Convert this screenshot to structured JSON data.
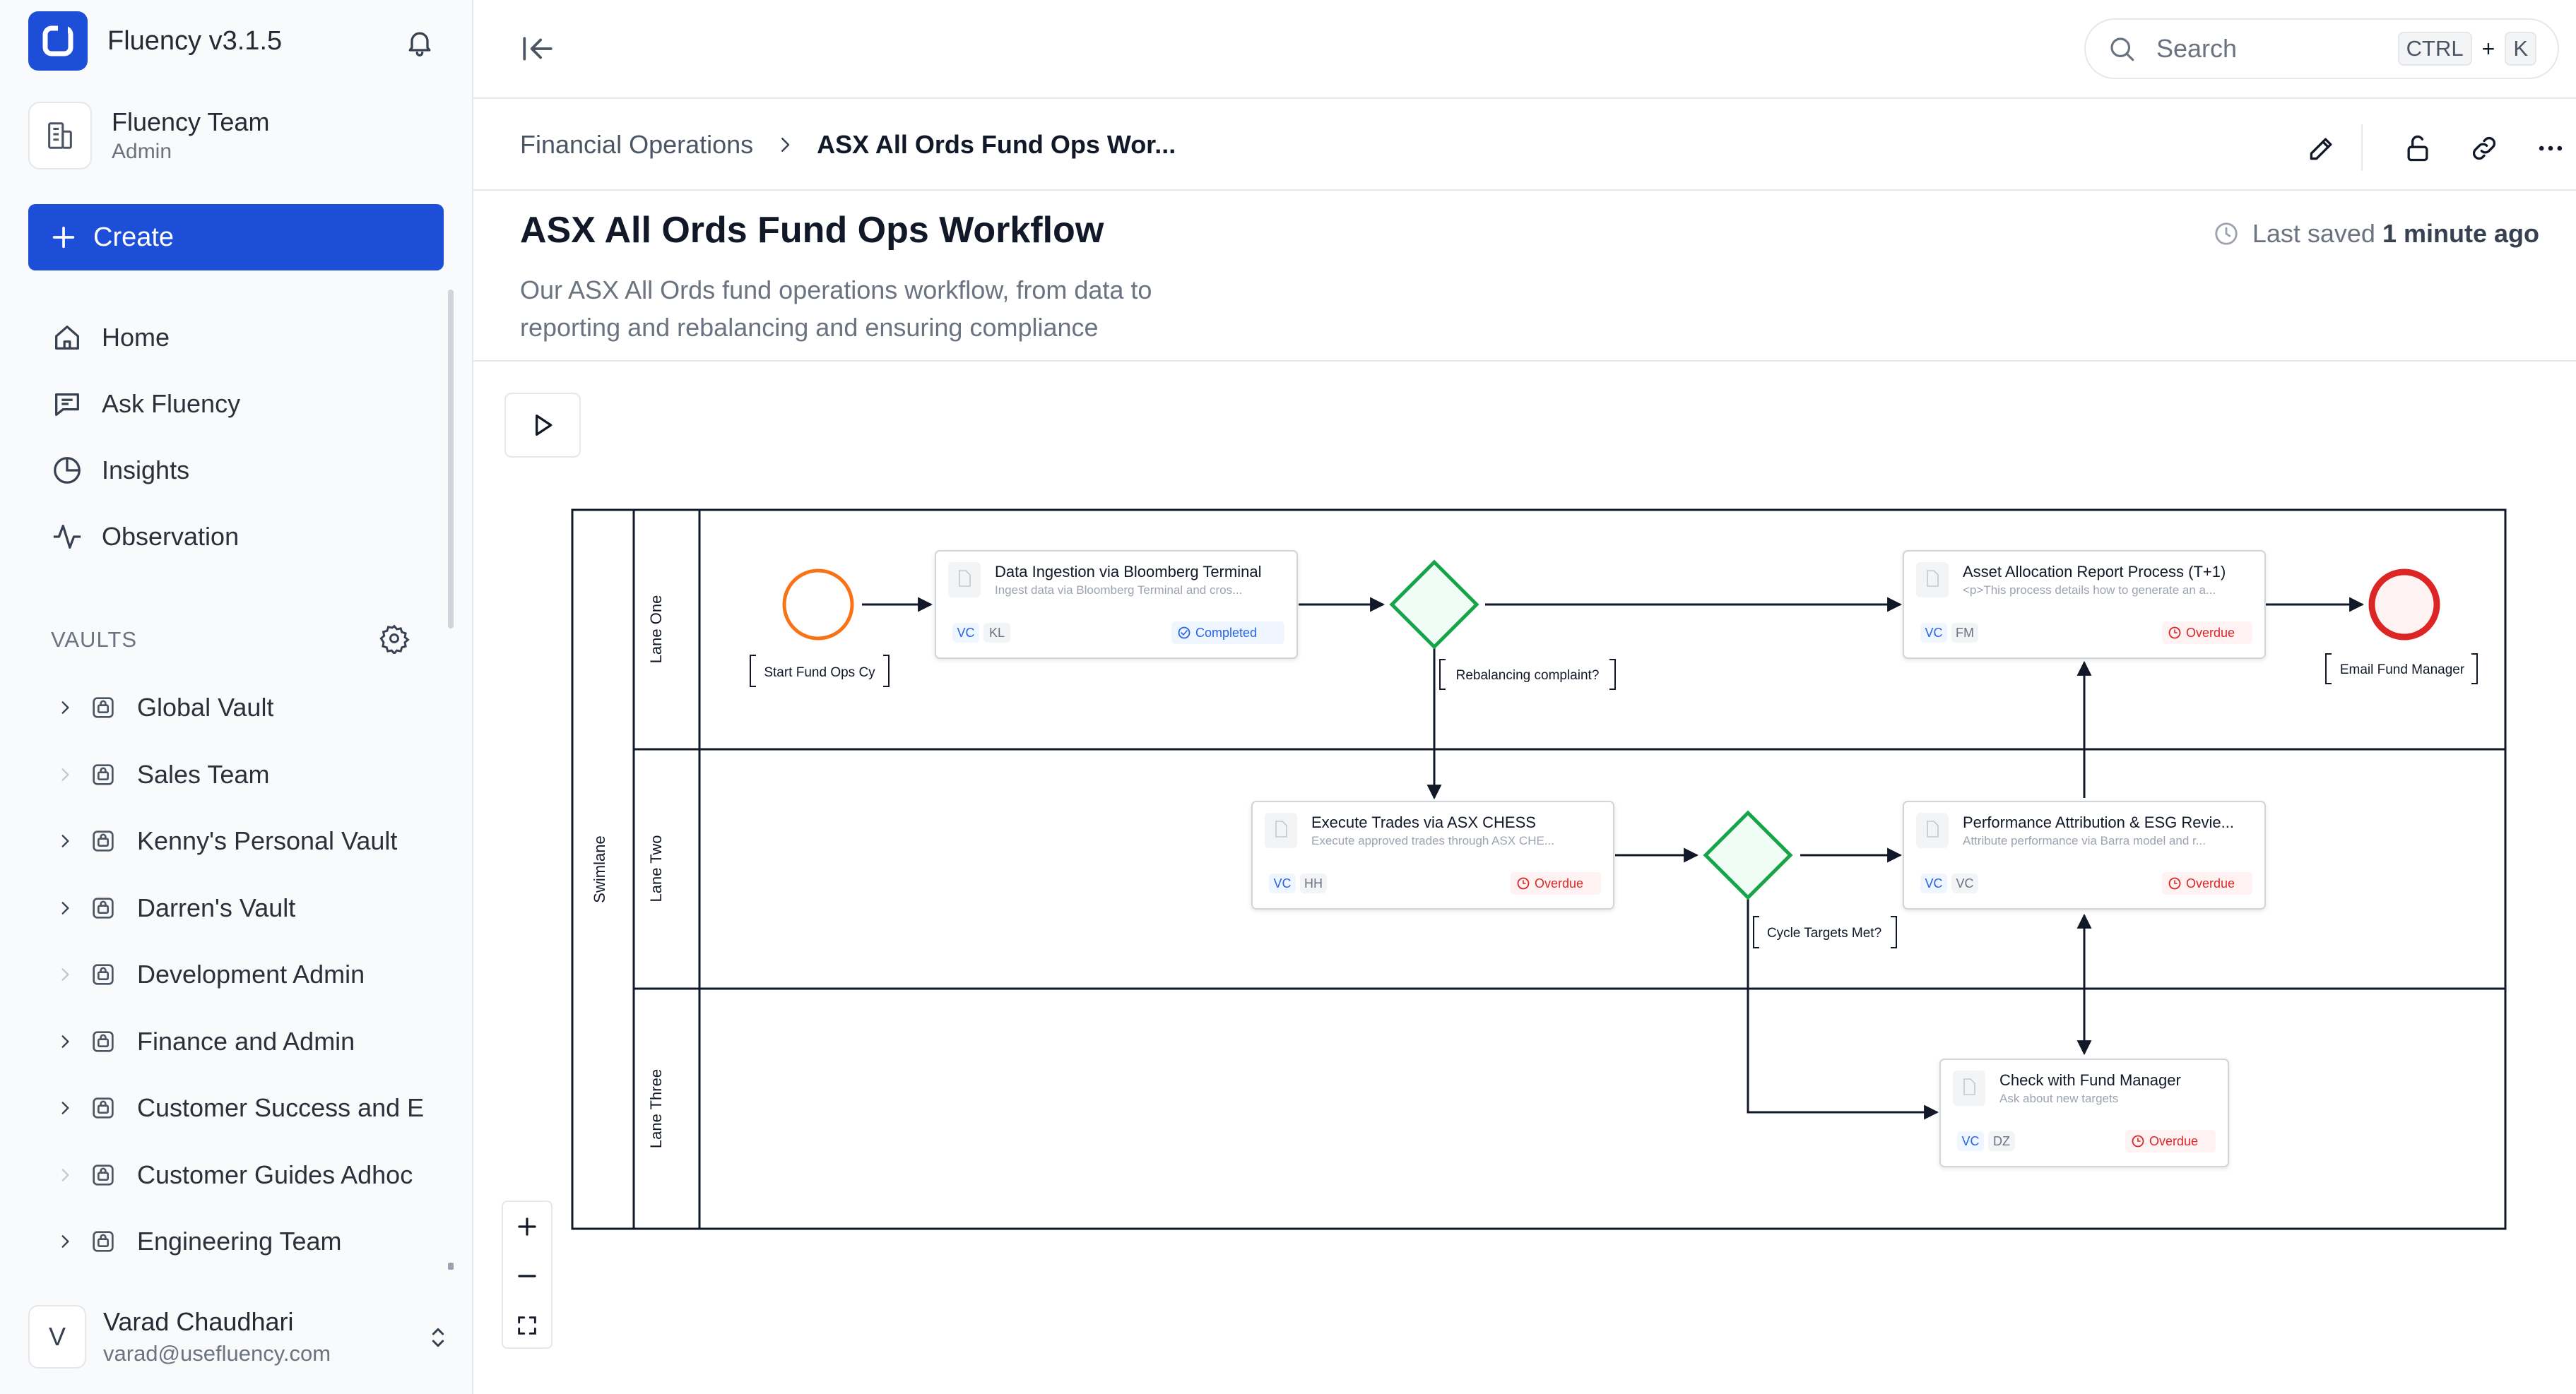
{
  "app": {
    "name": "Fluency v3.1.5"
  },
  "team": {
    "name": "Fluency Team",
    "role": "Admin"
  },
  "create_label": "Create",
  "nav": [
    {
      "label": "Home",
      "icon": "home-icon"
    },
    {
      "label": "Ask Fluency",
      "icon": "chat-icon"
    },
    {
      "label": "Insights",
      "icon": "pie-chart-icon"
    },
    {
      "label": "Observation",
      "icon": "activity-icon"
    }
  ],
  "vaults": {
    "label": "VAULTS",
    "items": [
      {
        "name": "Global Vault",
        "has_children": true
      },
      {
        "name": "Sales Team",
        "has_children": false
      },
      {
        "name": "Kenny's Personal Vault",
        "has_children": true
      },
      {
        "name": "Darren's Vault",
        "has_children": true
      },
      {
        "name": "Development Admin",
        "has_children": false
      },
      {
        "name": "Finance and Admin",
        "has_children": true
      },
      {
        "name": "Customer Success and E",
        "has_children": true
      },
      {
        "name": "Customer Guides Adhoc",
        "has_children": false
      },
      {
        "name": "Engineering Team",
        "has_children": true
      }
    ]
  },
  "user": {
    "initial": "V",
    "name": "Varad Chaudhari",
    "email": "varad@usefluency.com"
  },
  "search": {
    "placeholder": "Search",
    "shortcut_mod": "CTRL",
    "shortcut_plus": "+",
    "shortcut_key": "K"
  },
  "breadcrumb": {
    "parent": "Financial Operations",
    "current": "ASX All Ords Fund Ops Wor..."
  },
  "page": {
    "title": "ASX All Ords Fund Ops Workflow",
    "description": "Our ASX All Ords fund operations workflow, from data to reporting and rebalancing and ensuring compliance",
    "saved_prefix": "Last saved",
    "saved_time": "1 minute ago"
  },
  "diagram": {
    "pool_label": "Swimlane",
    "lanes": [
      "Lane One",
      "Lane Two",
      "Lane Three"
    ],
    "start_label": "Start Fund Ops Cy",
    "end_label": "Email Fund Manager",
    "gateways": [
      "Rebalancing complaint?",
      "Cycle Targets Met?"
    ],
    "tasks": [
      {
        "title": "Data Ingestion via Bloomberg Terminal",
        "subtitle": "Ingest data via Bloomberg Terminal and cros...",
        "owners": [
          "VC",
          "KL"
        ],
        "status": "Completed"
      },
      {
        "title": "Asset Allocation Report Process (T+1)",
        "subtitle": "<p>This process details how to generate an a...",
        "owners": [
          "VC",
          "FM"
        ],
        "status": "Overdue"
      },
      {
        "title": "Execute Trades via ASX CHESS",
        "subtitle": "Execute approved trades through ASX CHE...",
        "owners": [
          "VC",
          "HH"
        ],
        "status": "Overdue"
      },
      {
        "title": "Performance Attribution & ESG Revie...",
        "subtitle": "Attribute performance via Barra model and r...",
        "owners": [
          "VC",
          "VC"
        ],
        "status": "Overdue"
      },
      {
        "title": "Check with Fund Manager",
        "subtitle": "Ask about new targets",
        "owners": [
          "VC",
          "DZ"
        ],
        "status": "Overdue"
      }
    ]
  },
  "colors": {
    "brand": "#1d4ed8",
    "completed": "#2563eb",
    "overdue": "#dc2626",
    "gateway": "#16a34a",
    "start": "#f97316",
    "end": "#dc2626"
  }
}
